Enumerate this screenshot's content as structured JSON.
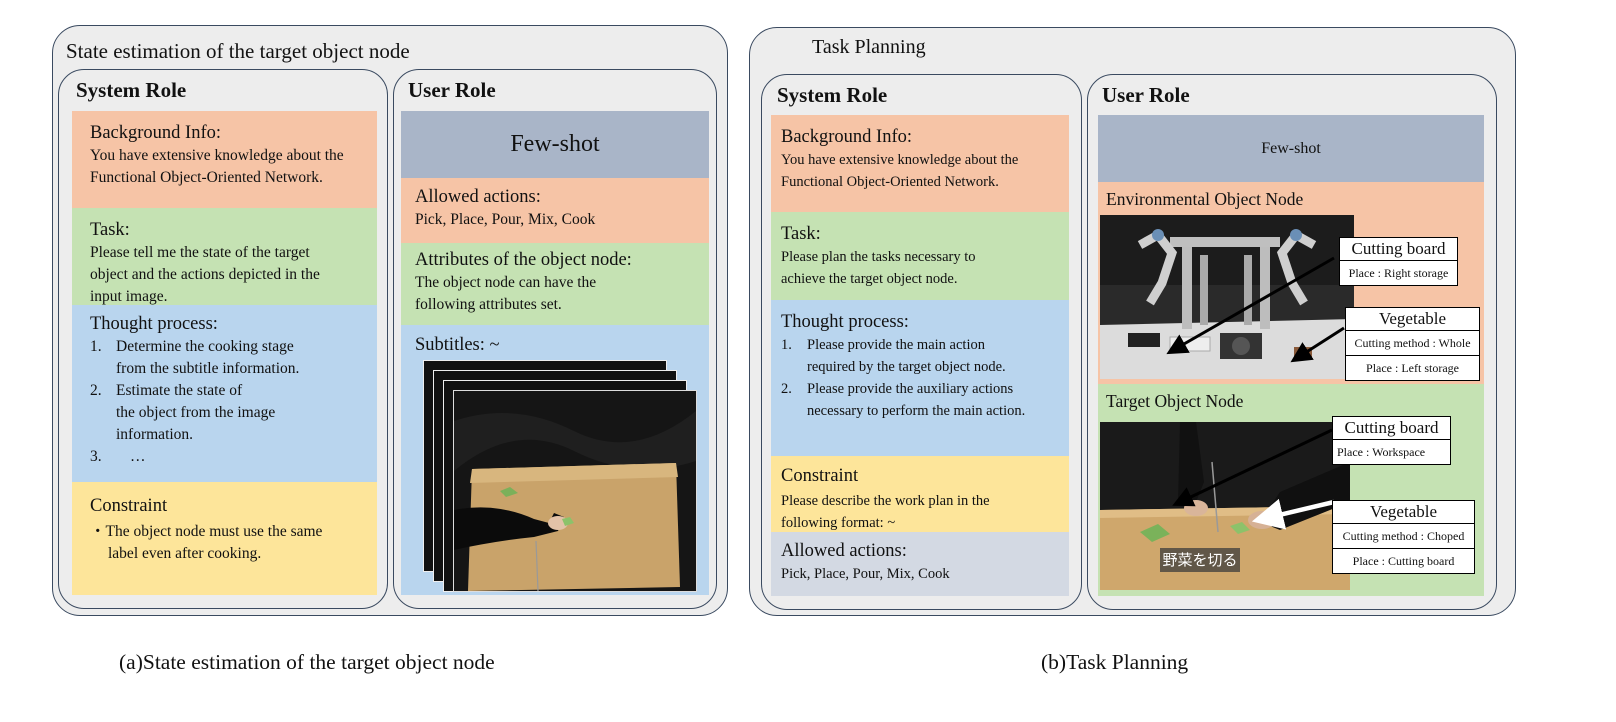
{
  "panel_a": {
    "title": "State estimation of the target object node",
    "system_role": {
      "title": "System Role",
      "background": {
        "heading": "Background Info:",
        "lines": [
          "You have extensive knowledge about the",
          "Functional Object-Oriented Network."
        ]
      },
      "task": {
        "heading": "Task:",
        "lines": [
          "Please tell me the state of the target",
          "object and the actions depicted in the",
          "input image."
        ]
      },
      "thought": {
        "heading": "Thought process:",
        "n1": "1.",
        "s1a": "Determine the cooking stage",
        "s1b": "from the subtitle information.",
        "n2": "2.",
        "s2a": "Estimate the state of",
        "s2b": "the object from the image",
        "s2c": "information.",
        "n3": "3.",
        "s3": "…"
      },
      "constraint": {
        "heading": "Constraint",
        "lines": [
          "・The object node must use the same",
          "label even after cooking."
        ]
      }
    },
    "user_role": {
      "title": "User Role",
      "fewshot": "Few-shot",
      "allowed": {
        "heading": "Allowed actions:",
        "text": "Pick, Place, Pour, Mix, Cook"
      },
      "attributes": {
        "heading": "Attributes of the object node:",
        "lines": [
          "The object node can have the",
          "following attributes set."
        ]
      },
      "subtitles": "Subtitles: ~"
    }
  },
  "panel_b": {
    "title": "Task Planning",
    "system_role": {
      "title": "System Role",
      "background": {
        "heading": "Background Info:",
        "lines": [
          "You have extensive knowledge about the",
          "Functional Object-Oriented Network."
        ]
      },
      "task": {
        "heading": "Task:",
        "lines": [
          "Please plan the tasks necessary to",
          "achieve the target object node."
        ]
      },
      "thought": {
        "heading": "Thought process:",
        "n1": "1.",
        "s1a": "Please provide the main action",
        "s1b": "required by the target object node.",
        "n2": "2.",
        "s2a": "Please provide the auxiliary actions",
        "s2b": "necessary to perform the main action."
      },
      "constraint": {
        "heading": "Constraint",
        "lines": [
          "Please describe the work plan in the",
          "following format: ~"
        ]
      },
      "allowed": {
        "heading": "Allowed actions:",
        "text": "Pick, Place, Pour, Mix, Cook"
      }
    },
    "user_role": {
      "title": "User Role",
      "fewshot": "Few-shot",
      "env_node": "Environmental Object Node",
      "env_labels": {
        "board_title": "Cutting board",
        "board_place": "Place : Right storage",
        "veg_title": "Vegetable",
        "veg_cut": "Cutting method : Whole",
        "veg_place": "Place : Left storage"
      },
      "target_node": "Target Object Node",
      "target_labels": {
        "board_title": "Cutting board",
        "board_place": "Place : Workspace",
        "veg_title": "Vegetable",
        "veg_cut": "Cutting method : Choped",
        "veg_place": "Place : Cutting board"
      },
      "subtitle_overlay": "野菜を切る"
    }
  },
  "captions": {
    "a": "(a)State estimation of the target object node",
    "b": "(b)Task Planning"
  }
}
